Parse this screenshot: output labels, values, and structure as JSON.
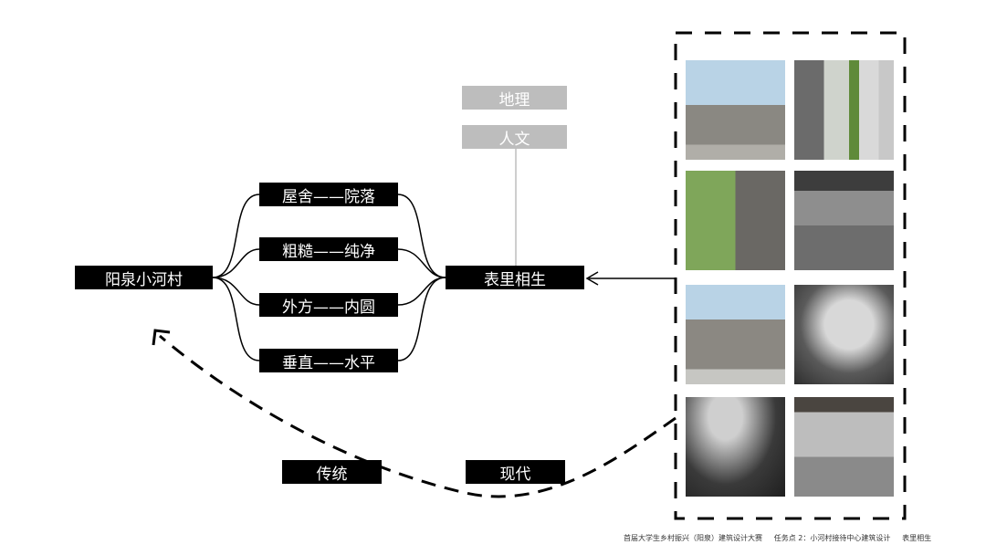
{
  "root": "阳泉小河村",
  "pairs": [
    "屋舍——院落",
    "粗糙——纯净",
    "外方——内圆",
    "垂直——水平"
  ],
  "center": "表里相生",
  "aspects": [
    "地理",
    "人文"
  ],
  "tradition": "传统",
  "modern": "现代",
  "footer": {
    "competition": "首届大学生乡村振兴（阳泉）建筑设计大赛",
    "task": "任务点 2：小河村接待中心建筑设计",
    "theme": "表里相生"
  }
}
